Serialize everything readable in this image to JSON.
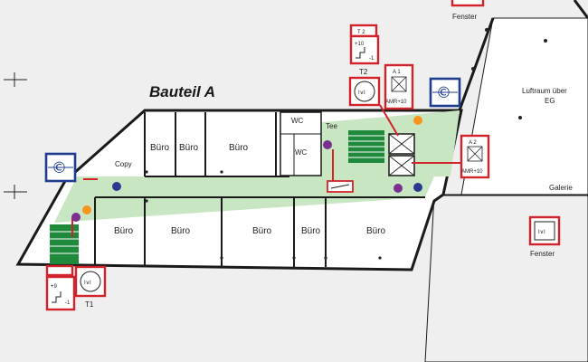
{
  "title": "Bauteil A",
  "rooms": {
    "buero": "Büro",
    "copy": "Copy",
    "wc": "WC",
    "tee": "Tee",
    "galerie": "Galerie",
    "luftraum": "Luftraum über EG"
  },
  "labels": {
    "fenster": "Fenster",
    "t1": "T1",
    "t2": "T2",
    "t_2": "T 2",
    "a1": "A 1",
    "a2": "A 2",
    "amr": "AMR+10",
    "plus10": "+10",
    "plus9": "+9",
    "minus1": "-1"
  },
  "colors": {
    "corridor": "#c9e6c3",
    "marker_red": "#d2232a",
    "marker_blue": "#1e3d8f",
    "dot_orange": "#f7941d",
    "dot_purple": "#7b2f8e",
    "dot_navy": "#2b3a8f",
    "stair_green": "#1f8a3c"
  }
}
